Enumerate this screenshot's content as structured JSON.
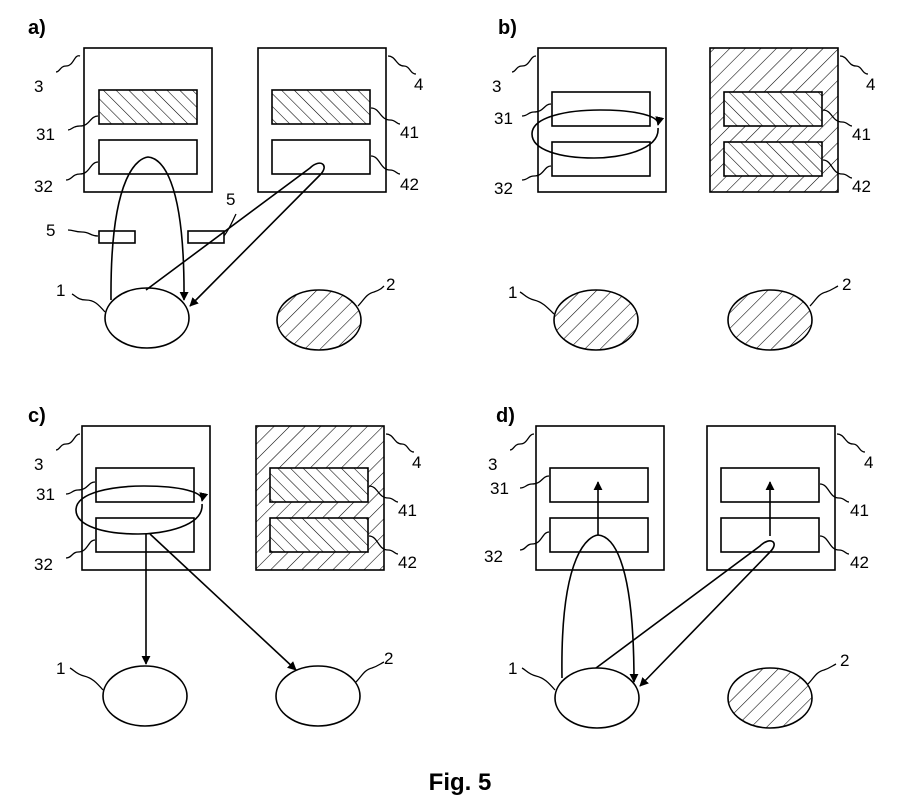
{
  "figure": {
    "caption": "Fig. 5"
  },
  "colors": {
    "ink": "#000000",
    "paper": "#ffffff"
  },
  "panels": {
    "a": {
      "letter": "a)",
      "refs": {
        "r3": "3",
        "r31": "31",
        "r32": "32",
        "r4": "4",
        "r41": "41",
        "r42": "42",
        "r5_left": "5",
        "r5_right": "5",
        "r1": "1",
        "r2": "2"
      }
    },
    "b": {
      "letter": "b)",
      "refs": {
        "r3": "3",
        "r31": "31",
        "r32": "32",
        "r4": "4",
        "r41": "41",
        "r42": "42",
        "r1": "1",
        "r2": "2"
      }
    },
    "c": {
      "letter": "c)",
      "refs": {
        "r3": "3",
        "r31": "31",
        "r32": "32",
        "r4": "4",
        "r41": "41",
        "r42": "42",
        "r1": "1",
        "r2": "2"
      }
    },
    "d": {
      "letter": "d)",
      "refs": {
        "r3": "3",
        "r31": "31",
        "r32": "32",
        "r4": "4",
        "r41": "41",
        "r42": "42",
        "r1": "1",
        "r2": "2"
      }
    }
  }
}
